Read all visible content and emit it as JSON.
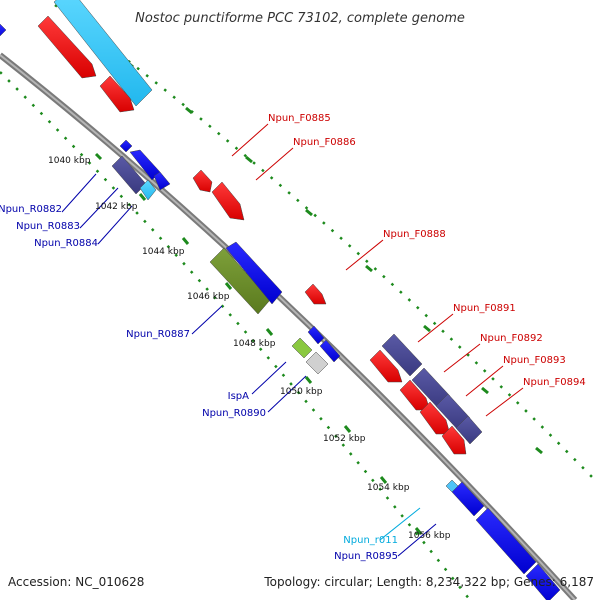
{
  "title": "Nostoc punctiforme PCC 73102, complete genome",
  "footer": {
    "accession": "Accession: NC_010628",
    "summary": "Topology: circular; Length: 8,234,322 bp; Genes: 6,187"
  },
  "colors": {
    "backbone": "#8c8c8c",
    "dots": "#1d8a1d",
    "label_red": "#cc0000",
    "label_blue": "#0000aa",
    "label_cyan": "#00aadd"
  },
  "ticks": [
    {
      "label": "1040 kbp"
    },
    {
      "label": "1042 kbp"
    },
    {
      "label": "1044 kbp"
    },
    {
      "label": "1046 kbp"
    },
    {
      "label": "1048 kbp"
    },
    {
      "label": "1050 kbp"
    },
    {
      "label": "1052 kbp"
    },
    {
      "label": "1054 kbp"
    },
    {
      "label": "1056 kbp"
    }
  ],
  "gene_labels": [
    {
      "text": "Npun_F0885",
      "color": "#cc0000"
    },
    {
      "text": "Npun_F0886",
      "color": "#cc0000"
    },
    {
      "text": "Npun_F0888",
      "color": "#cc0000"
    },
    {
      "text": "Npun_F0891",
      "color": "#cc0000"
    },
    {
      "text": "Npun_F0892",
      "color": "#cc0000"
    },
    {
      "text": "Npun_F0893",
      "color": "#cc0000"
    },
    {
      "text": "Npun_F0894",
      "color": "#cc0000"
    },
    {
      "text": "Npun_R0882",
      "color": "#0000aa"
    },
    {
      "text": "Npun_R0883",
      "color": "#0000aa"
    },
    {
      "text": "Npun_R0884",
      "color": "#0000aa"
    },
    {
      "text": "Npun_R0887",
      "color": "#0000aa"
    },
    {
      "text": "IspA",
      "color": "#0000aa"
    },
    {
      "text": "Npun_R0890",
      "color": "#0000aa"
    },
    {
      "text": "Npun_r011",
      "color": "#00aadd"
    },
    {
      "text": "Npun_R0895",
      "color": "#0000aa"
    }
  ]
}
